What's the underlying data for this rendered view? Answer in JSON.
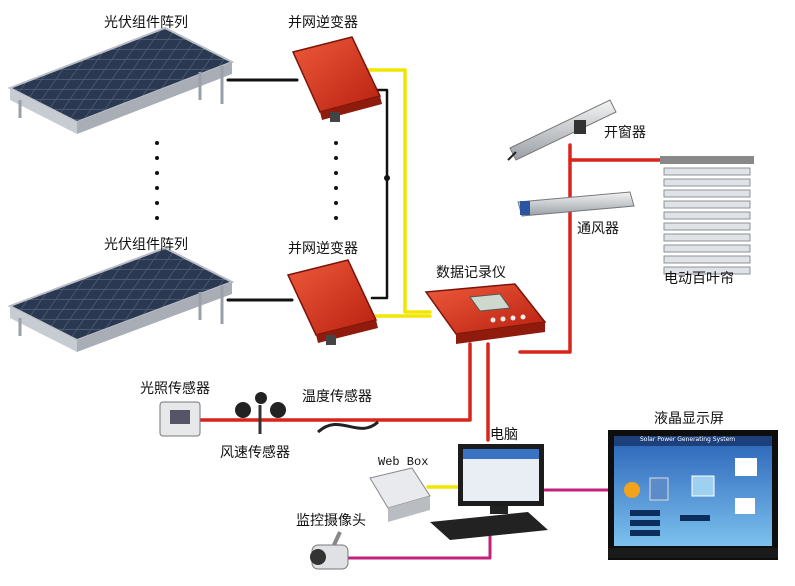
{
  "labels": {
    "pv_array_top": "光伏组件阵列",
    "inverter_top": "并网逆变器",
    "pv_array_bottom": "光伏组件阵列",
    "inverter_bottom": "并网逆变器",
    "data_logger": "数据记录仪",
    "window_opener": "开窗器",
    "ventilator": "通风器",
    "electric_blinds": "电动百叶帘",
    "light_sensor": "光照传感器",
    "temperature_sensor": "温度传感器",
    "wind_speed_sensor": "风速传感器",
    "computer": "电脑",
    "web_box": "Web Box",
    "lcd_display": "液晶显示屏",
    "camera": "监控摄像头"
  },
  "screen_caption": "Solar Power Generating System",
  "colors": {
    "black_wire": "#111111",
    "yellow_wire": "#f2e600",
    "red_wire": "#d9241c",
    "magenta_wire": "#c2207a",
    "device_red": "#d8301e"
  }
}
